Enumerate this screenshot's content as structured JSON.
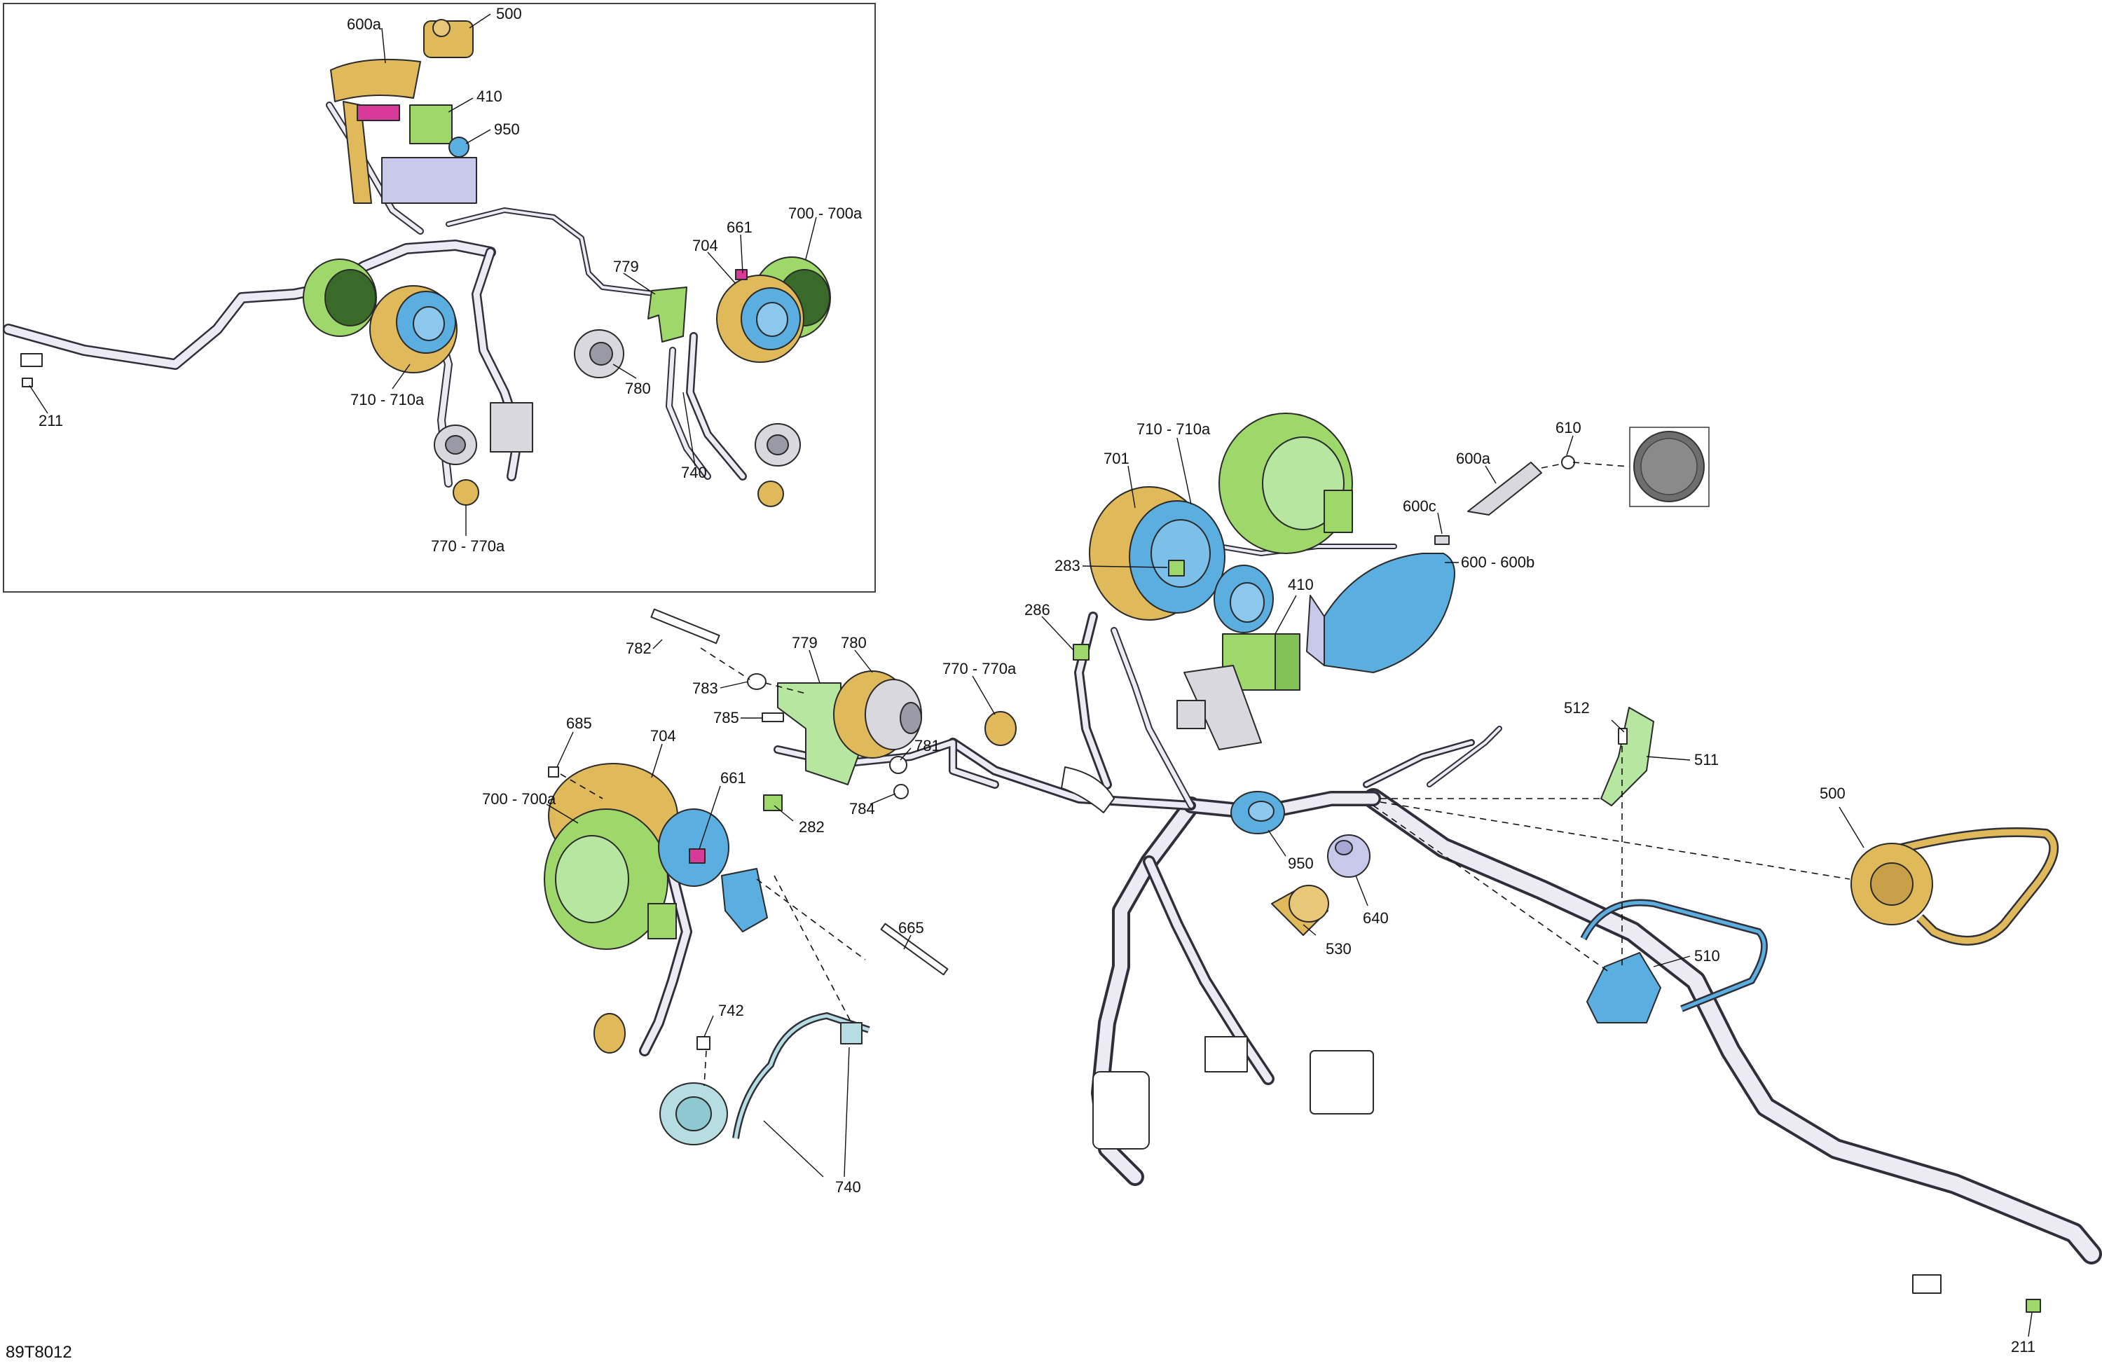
{
  "document_id": "89T8012",
  "colors": {
    "green": "#9fd86a",
    "blue": "#5aaee0",
    "gold": "#e0b95a",
    "light_green": "#b7e6a0",
    "light_blue": "#b5dde2",
    "lavender": "#c8c8ea",
    "magenta": "#d83a9a",
    "harness": "#ecebf4"
  },
  "inset": {
    "labels": [
      "500",
      "600a",
      "410",
      "950",
      "700 - 700a",
      "661",
      "704",
      "779",
      "780",
      "740",
      "710 - 710a",
      "211",
      "770 - 770a"
    ]
  },
  "main": {
    "labels": [
      "710 - 710a",
      "701",
      "610",
      "600a",
      "600c",
      "600 - 600b",
      "283",
      "410",
      "286",
      "779",
      "780",
      "770 - 770a",
      "782",
      "783",
      "785",
      "781",
      "784",
      "685",
      "704",
      "661",
      "700 - 700a",
      "282",
      "512",
      "511",
      "500",
      "950",
      "640",
      "530",
      "510",
      "665",
      "742",
      "740",
      "211"
    ]
  }
}
